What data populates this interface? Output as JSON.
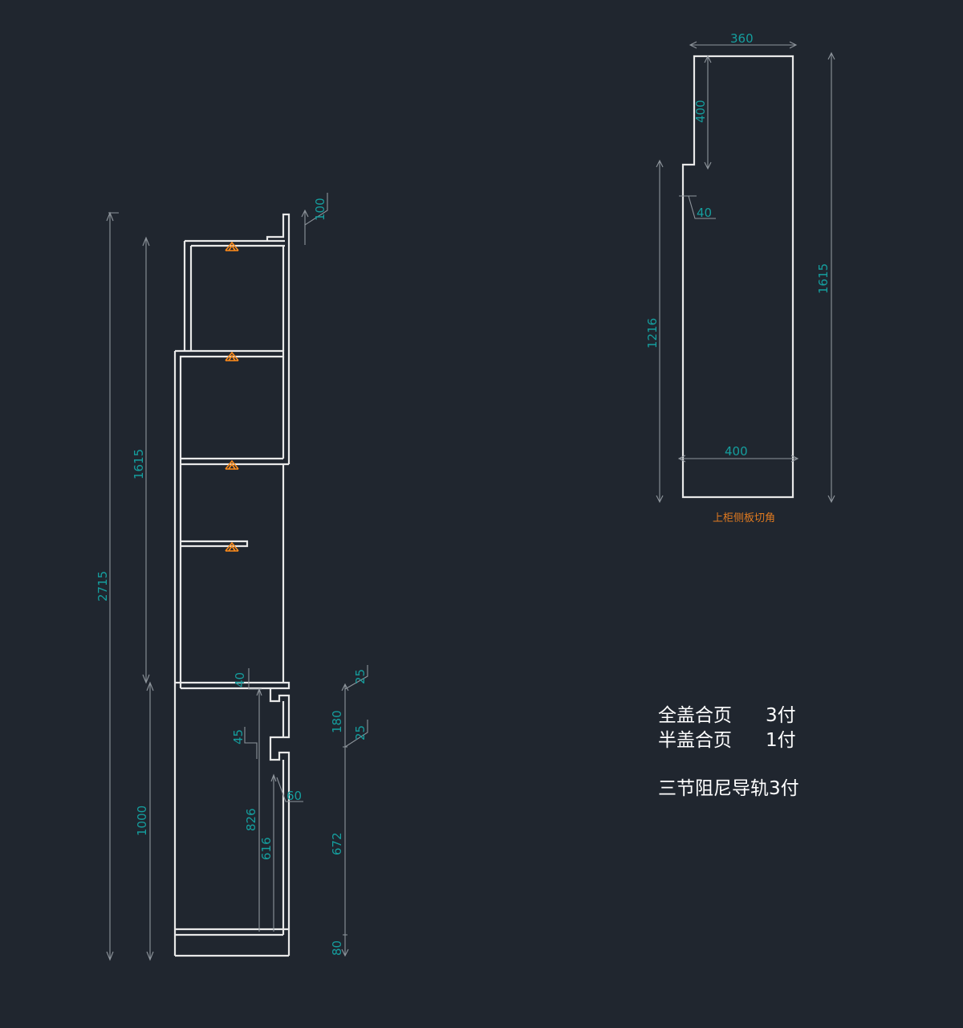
{
  "left_view": {
    "dims": {
      "total_height": "2715",
      "upper_height": "1615",
      "lower_height": "1000",
      "top_lip": "100",
      "gap_a": "40",
      "gap_b": "45",
      "gap_c": "60",
      "inner_a": "826",
      "inner_b": "616",
      "right_25a": "25",
      "right_180": "180",
      "right_25b": "25",
      "right_672": "672",
      "plinth": "80"
    }
  },
  "right_view": {
    "dims": {
      "top_width": "360",
      "notch_height": "400",
      "notch_depth": "40",
      "lower_height": "1216",
      "total_height": "1615",
      "bottom_width": "400"
    },
    "caption": "上柜侧板切角"
  },
  "notes": {
    "row1": {
      "name": "全盖合页",
      "qty": "3付"
    },
    "row2": {
      "name": "半盖合页",
      "qty": "1付"
    },
    "row3": "三节阻尼导轨3付"
  }
}
